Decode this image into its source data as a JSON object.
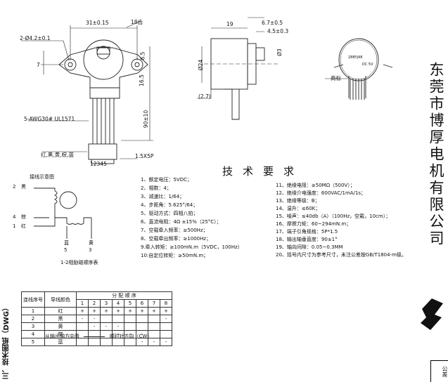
{
  "company_name": "东莞市博厚电机有限公司",
  "section_title": "三、技术图纸（DWG）",
  "corner_label": "公差",
  "drawing_dims": {
    "width_31": "31±0.15",
    "teeth": "18齿",
    "holes": "2-Ø4.2±0.1",
    "d7": "7",
    "d6_5": "6.5",
    "d16_5": "16.5",
    "d90": "90±10",
    "wire": "5-AWG30# UL1571",
    "wire_colors": "红,黑,黄,棕,蓝",
    "connector_pins": "12345",
    "connector": "1.5X5P",
    "d19": "19",
    "d6_7": "6.7±0.5",
    "d4_5": "4.5±0.3",
    "dia24": "Ø24",
    "dia3": "Ø3",
    "d2_7": "(2.7)",
    "label_mark": "商标",
    "motor_label_1": "28BYJ48",
    "motor_label_2": "DC 5V"
  },
  "wiring": {
    "title": "接线示意图",
    "pins": [
      {
        "num": "2",
        "color": "黑"
      },
      {
        "num": "4",
        "color": "棕"
      },
      {
        "num": "1",
        "color": "红"
      }
    ],
    "bottom": [
      {
        "color": "蓝",
        "num": "5"
      },
      {
        "color": "黄",
        "num": "3"
      }
    ],
    "caption": "1-2相励磁顺序表"
  },
  "tech_req": {
    "title": "技术要求",
    "left": [
      "1、额定电压：5VDC；",
      "2、相数：4；",
      "3、减速比：1/64；",
      "4、步距角：5.625°/64；",
      "5、驱动方式：四相八拍；",
      "6、直流电阻：4Ω ±15%（25°C）；",
      "7、空载牵入频率：≥500Hz；",
      "8、空载牵出频率：≥1000Hz；",
      "9.牵入转矩：≥100mN.m（5VDC，100Hz）",
      "10:自定位转矩：≥50mN.m；"
    ],
    "right": [
      "11、绝缘电阻：≥50MΩ（500V）；",
      "12、绝缘介电强度：600VAC/1mA/1s；",
      "13、绝缘等级：B；",
      "14、温升：≤60K；",
      "15、噪声：≤40db（A）（100Hz，空载，10cm）；",
      "16、摩擦力矩：60~294mN.m；",
      "17、端子引角规格：5P*1.5",
      "18、输出轴垂直度：90±1°",
      "19、轴向间隙：0.05~0.3MM",
      "20、括号内尺寸为参考尺寸，未注公差按GB/T1804-m级。"
    ]
  },
  "sequence_table": {
    "col_no": "连线序号",
    "col_color": "导线颜色",
    "col_group": "分 配 顺 序",
    "steps": [
      "1",
      "2",
      "3",
      "4",
      "5",
      "6",
      "7",
      "8"
    ],
    "rows": [
      {
        "no": "1",
        "color": "红",
        "cells": [
          "+",
          "+",
          "+",
          "+",
          "+",
          "+",
          "+",
          "+"
        ]
      },
      {
        "no": "2",
        "color": "黑",
        "cells": [
          "-",
          "-",
          "",
          "",
          "",
          "",
          "",
          "-"
        ]
      },
      {
        "no": "3",
        "color": "黄",
        "cells": [
          "",
          "-",
          "-",
          "-",
          "",
          "",
          "",
          ""
        ]
      },
      {
        "no": "4",
        "color": "棕",
        "cells": [
          "",
          "",
          "",
          "-",
          "-",
          "-",
          "",
          ""
        ]
      },
      {
        "no": "5",
        "color": "蓝",
        "cells": [
          "",
          "",
          "",
          "",
          "",
          "-",
          "-",
          "-"
        ]
      }
    ],
    "footer_left": "从输出轴方向看",
    "footer_right": "顺时针方向（CW）"
  }
}
